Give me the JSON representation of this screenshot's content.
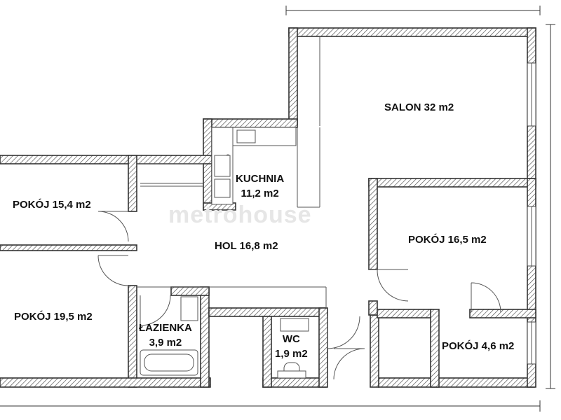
{
  "watermark": "metrohouse",
  "rooms": {
    "salon": {
      "name": "SALON 32 m2"
    },
    "kuchnia": {
      "name": "KUCHNIA",
      "area": "11,2 m2"
    },
    "pokoj15": {
      "name": "POKÓJ 15,4 m2"
    },
    "hol": {
      "name": "HOL 16,8 m2"
    },
    "pokoj16": {
      "name": "POKÓJ 16,5 m2"
    },
    "pokoj19": {
      "name": "POKÓJ 19,5 m2"
    },
    "lazienka": {
      "name": "ŁAZIENKA",
      "area": "3,9 m2"
    },
    "wc": {
      "name": "WC",
      "area": "1,9 m2"
    },
    "pokoj4": {
      "name": "POKÓJ 4,6 m2"
    }
  }
}
